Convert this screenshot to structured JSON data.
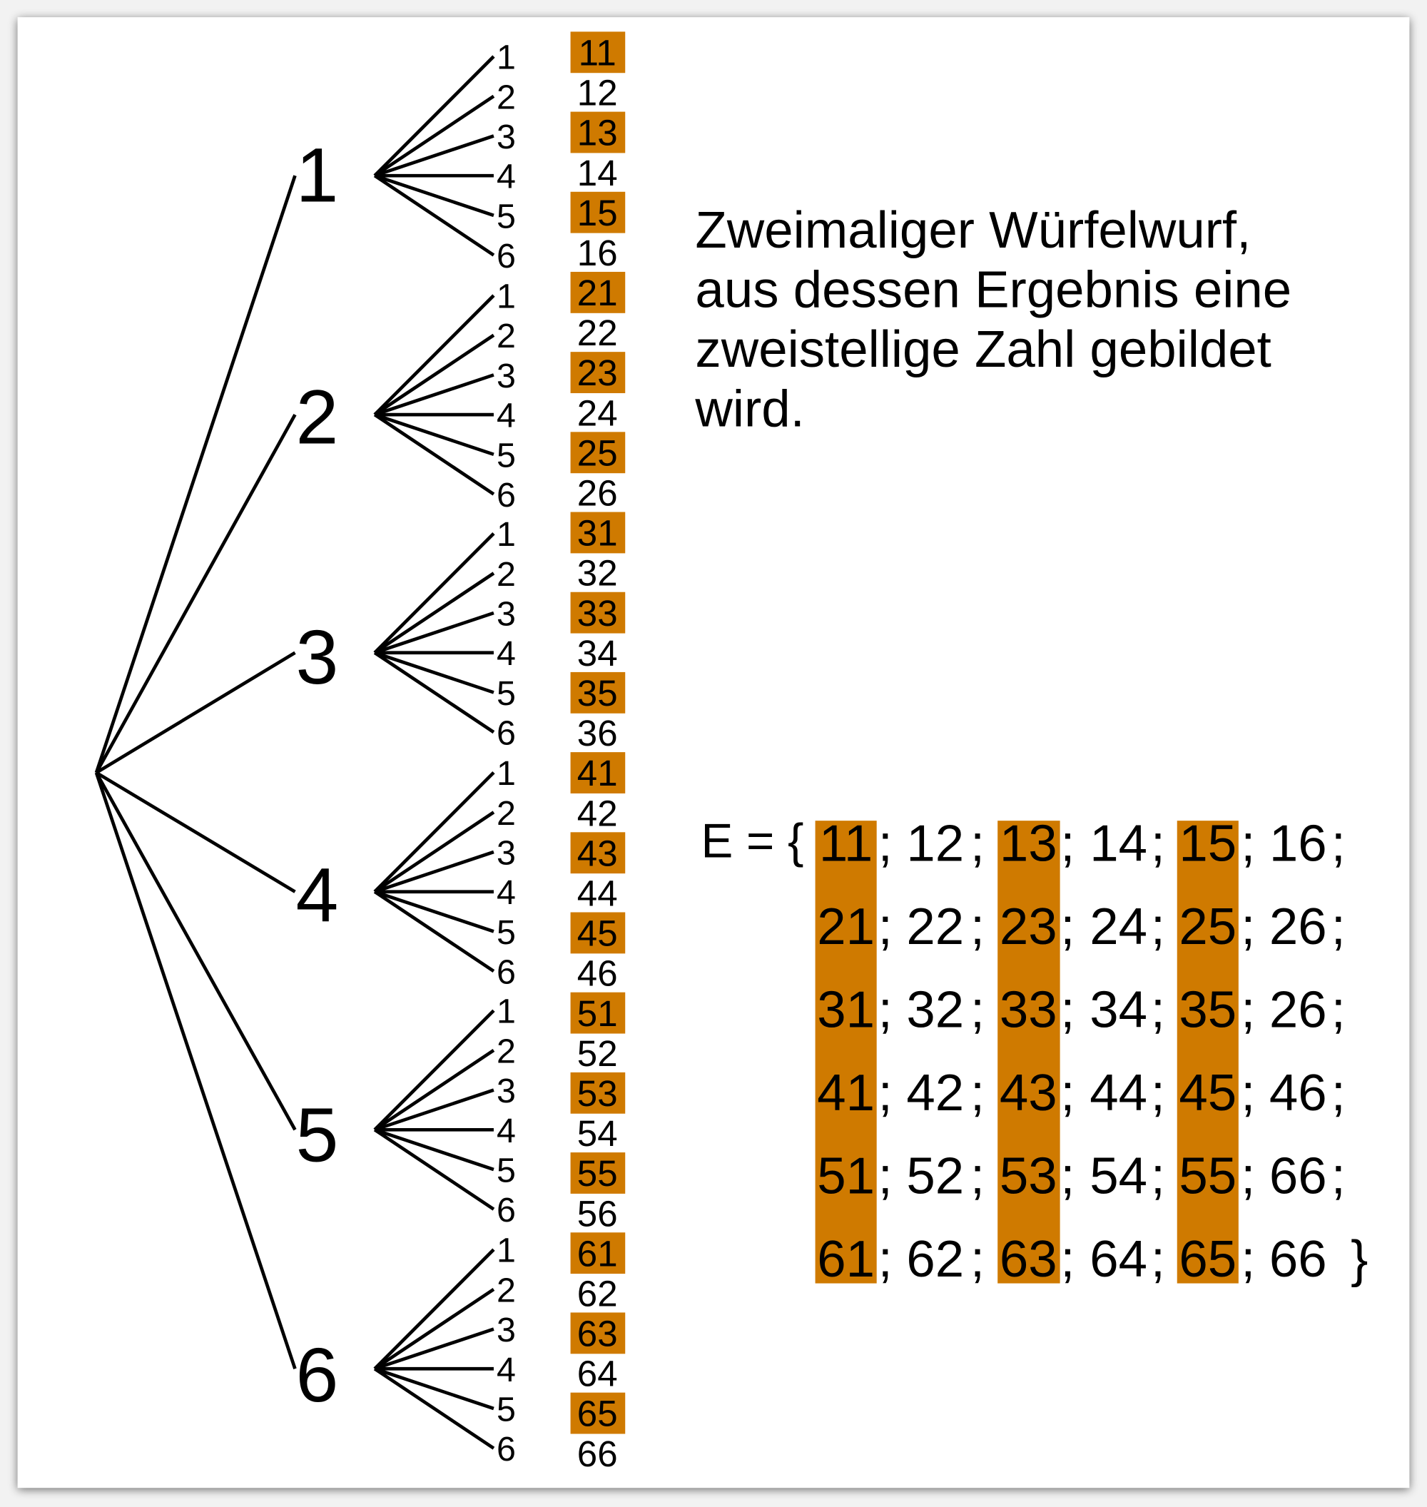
{
  "colors": {
    "highlight": "#cf7a00",
    "line": "#000000",
    "background": "#ffffff"
  },
  "tree": {
    "first_throw": [
      "1",
      "2",
      "3",
      "4",
      "5",
      "6"
    ],
    "second_throw": [
      "1",
      "2",
      "3",
      "4",
      "5",
      "6"
    ],
    "outcomes": [
      "11",
      "12",
      "13",
      "14",
      "15",
      "16",
      "21",
      "22",
      "23",
      "24",
      "25",
      "26",
      "31",
      "32",
      "33",
      "34",
      "35",
      "36",
      "41",
      "42",
      "43",
      "44",
      "45",
      "46",
      "51",
      "52",
      "53",
      "54",
      "55",
      "56",
      "61",
      "62",
      "63",
      "64",
      "65",
      "66"
    ],
    "highlighted": [
      "11",
      "13",
      "15",
      "21",
      "23",
      "25",
      "31",
      "33",
      "35",
      "41",
      "43",
      "45",
      "51",
      "53",
      "55",
      "61",
      "63",
      "65"
    ]
  },
  "description": {
    "lines": [
      "Zweimaliger Würfelwurf,",
      "aus dessen Ergebnis eine",
      "zweistellige Zahl gebildet",
      "wird."
    ]
  },
  "e_set": {
    "prefix": "E = {",
    "separator": ";",
    "closing": "}",
    "rows": [
      [
        "11",
        "12",
        "13",
        "14",
        "15",
        "16"
      ],
      [
        "21",
        "22",
        "23",
        "24",
        "25",
        "26"
      ],
      [
        "31",
        "32",
        "33",
        "34",
        "35",
        "26"
      ],
      [
        "41",
        "42",
        "43",
        "44",
        "45",
        "46"
      ],
      [
        "51",
        "52",
        "53",
        "54",
        "55",
        "66"
      ],
      [
        "61",
        "62",
        "63",
        "64",
        "65",
        "66"
      ]
    ]
  }
}
